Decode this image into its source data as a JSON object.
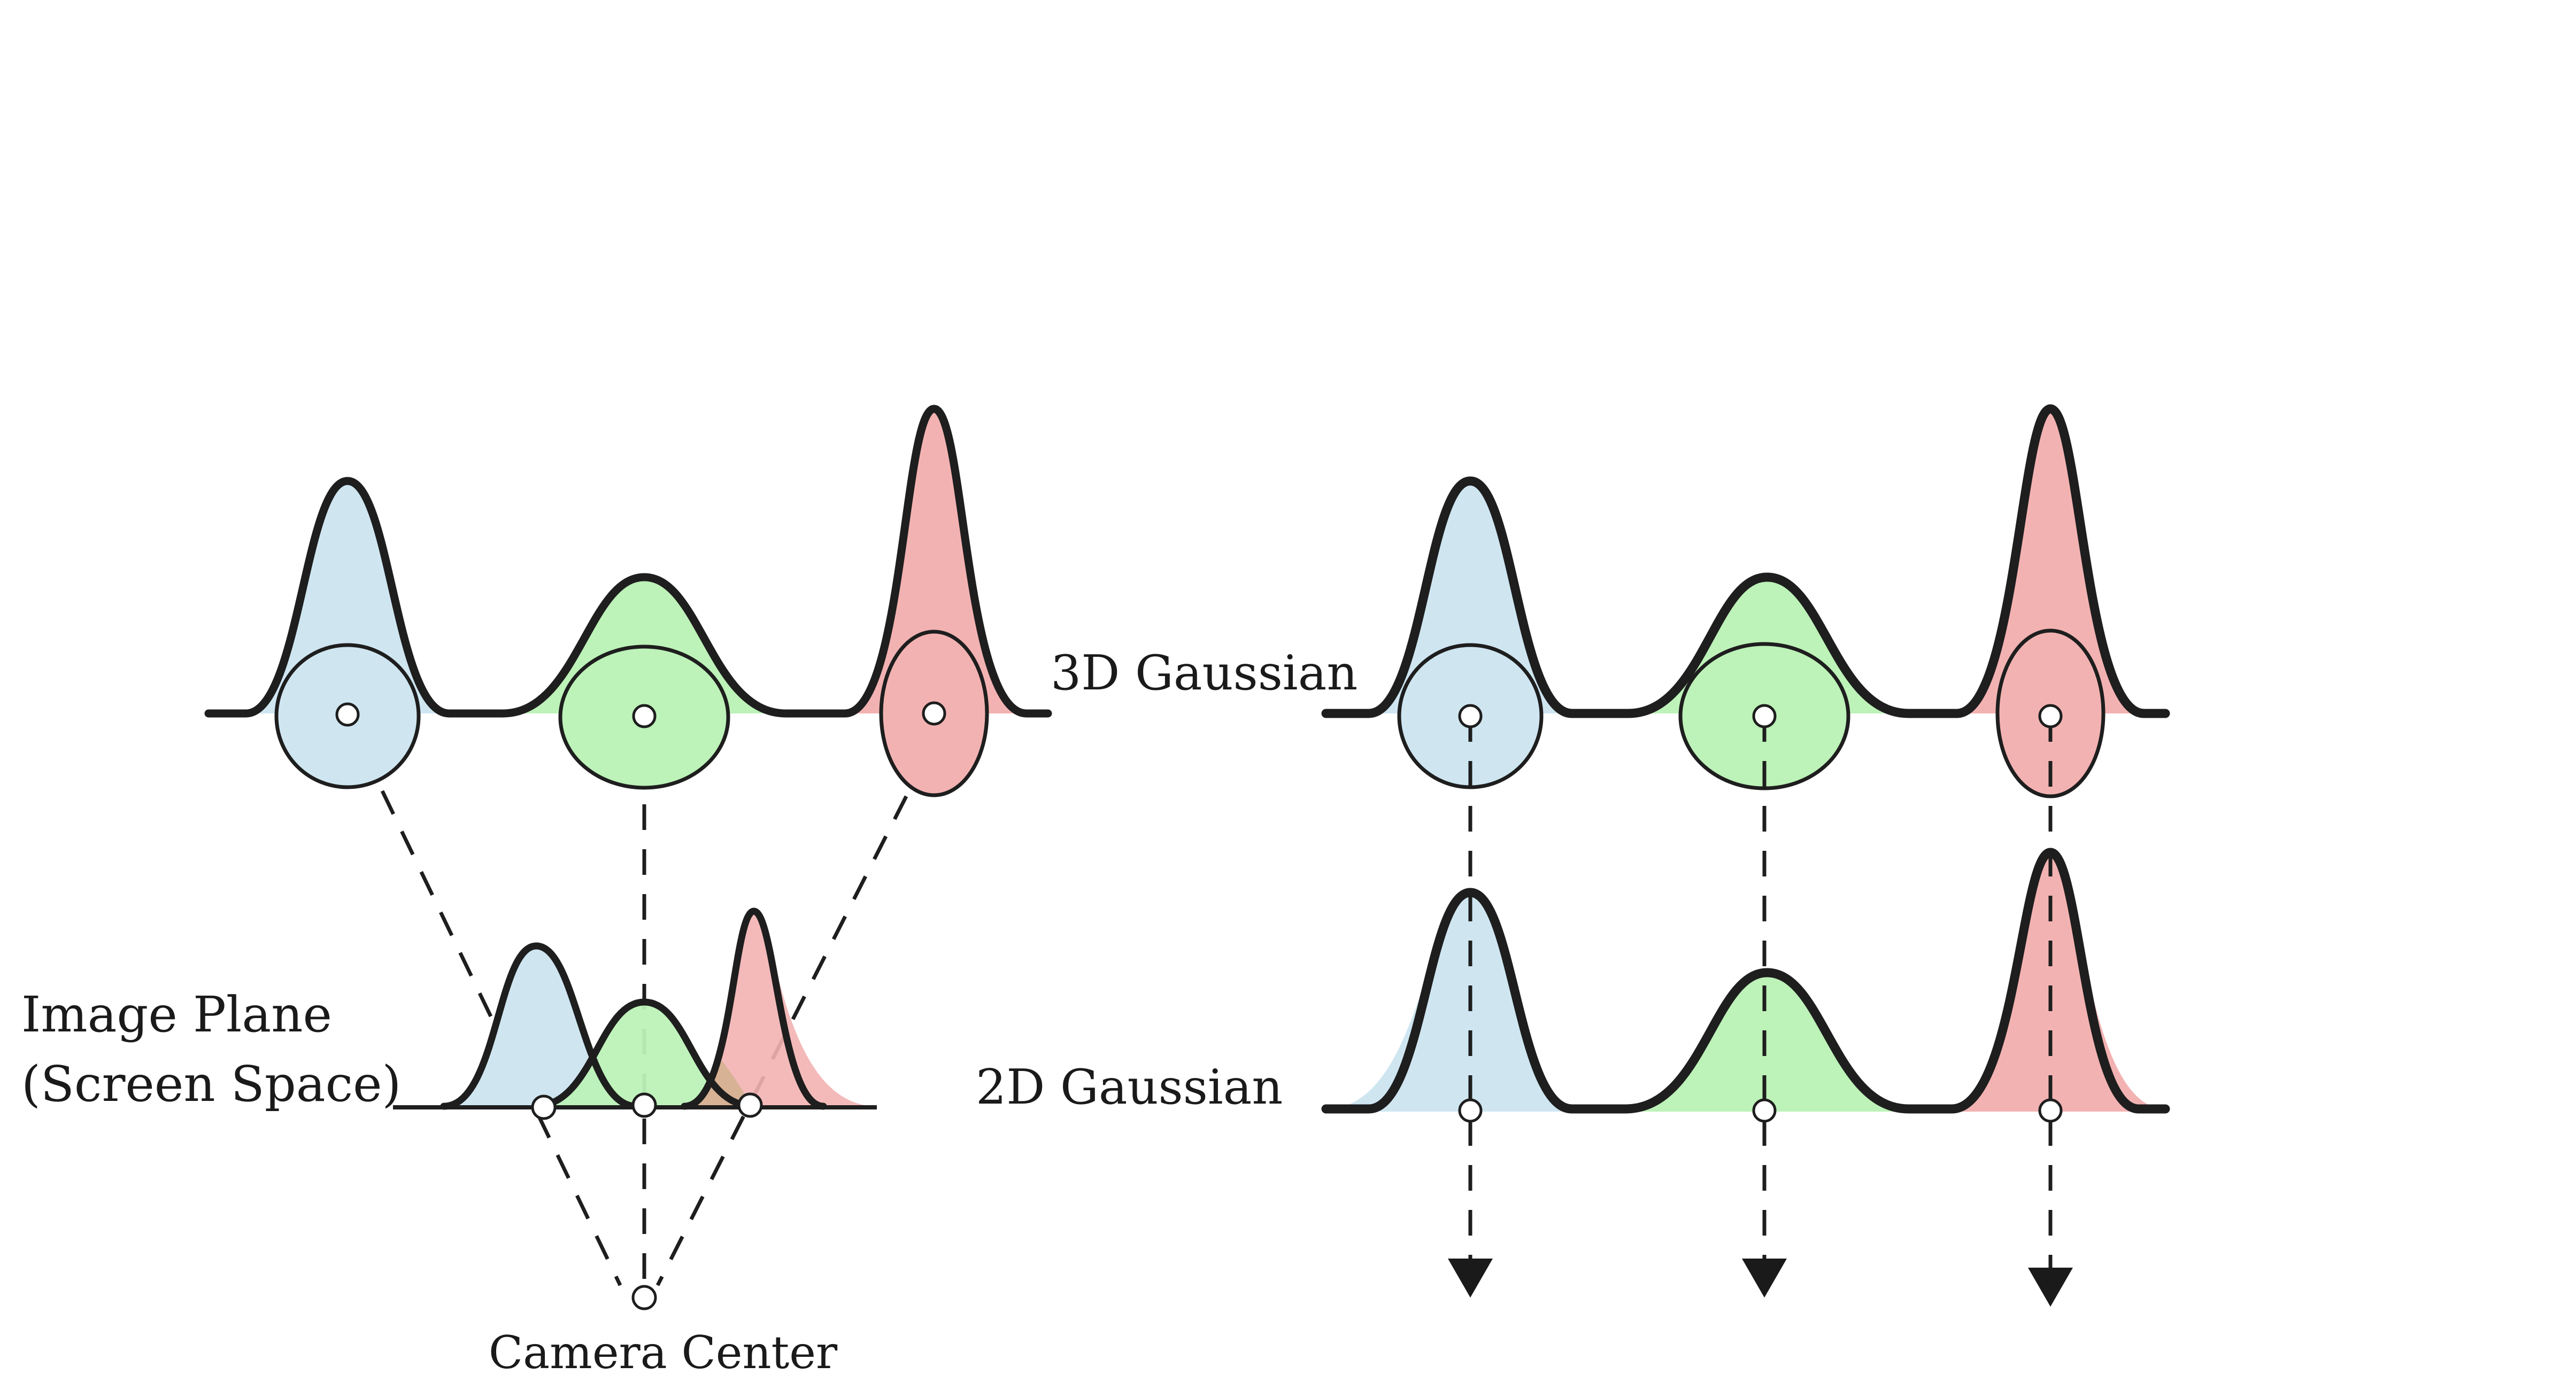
{
  "labels": {
    "gaussian_3d": "3D Gaussian",
    "gaussian_2d": "2D Gaussian",
    "image_plane_line1": "Image Plane",
    "image_plane_line2": "(Screen Space)",
    "camera_center": "Camera Center"
  },
  "colors": {
    "blue": "#cfe6f1",
    "green": "#bdf2b8",
    "red": "#f3b2b2",
    "stroke": "#1e1e1e"
  }
}
